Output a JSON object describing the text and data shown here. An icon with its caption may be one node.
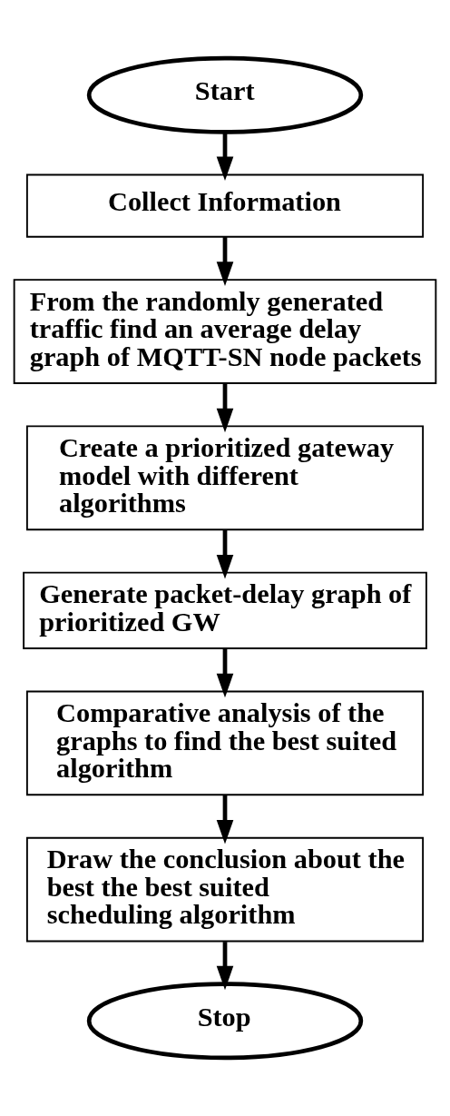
{
  "diagram": {
    "nodes": [
      {
        "text": [
          "Start"
        ]
      },
      {
        "text": [
          "Collect Information"
        ]
      },
      {
        "text": [
          "From the randomly generated traffic find an average delay graph of MQTT-SN node packets"
        ]
      },
      {
        "text": [
          "Create a prioritized gateway model with different algorithms"
        ]
      },
      {
        "text": [
          "Generate packet-delay graph of prioritized GW"
        ]
      },
      {
        "text": [
          "Comparative analysis of the graphs to find the best suited algorithm"
        ]
      },
      {
        "text": [
          "Draw the conclusion about the best the best suited scheduling algorithm"
        ]
      },
      {
        "text": [
          "Stop"
        ]
      }
    ],
    "edges": [
      {
        "from": 0,
        "to": 1,
        "arrow": "to"
      },
      {
        "from": 1,
        "to": 2,
        "arrow": "to"
      },
      {
        "from": 2,
        "to": 3,
        "arrow": "to"
      },
      {
        "from": 3,
        "to": 4,
        "arrow": "to"
      },
      {
        "from": 4,
        "to": 5,
        "arrow": "to"
      },
      {
        "from": 5,
        "to": 6,
        "arrow": "to"
      },
      {
        "from": 6,
        "to": 7,
        "arrow": "to"
      }
    ]
  }
}
